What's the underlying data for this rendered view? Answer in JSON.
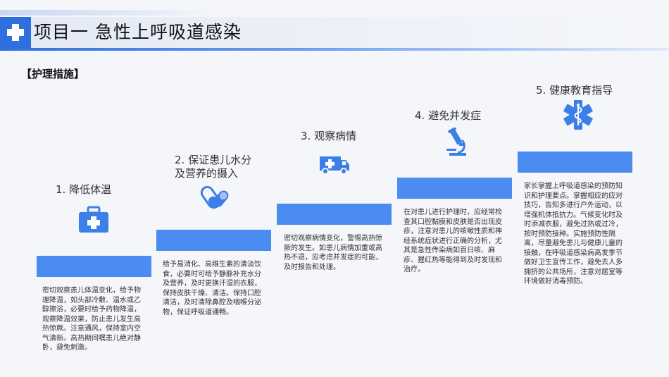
{
  "header": {
    "title": "项目一   急性上呼吸道感染"
  },
  "section": {
    "label": "【护理措施】"
  },
  "steps": [
    {
      "title": "1. 降低体温",
      "icon": "first-aid-kit-icon",
      "description": "密切观察患儿体温变化，给予物理降温，如头部冷敷、温水或乙醇擦浴，必要时给予药物降温，观察降温效果，防止患儿发生高热惊厥。注意通风，保持室内空气清新。高热期间嘱患儿绝对静卧，避免剌激。"
    },
    {
      "title_line1": "2. 保证患儿水分",
      "title_line2": "及营养的摄入",
      "icon": "capsule-pill-icon",
      "description": "给予易消化、高维生素的清淡饮食，必要时可给予静脉补充水分及营养，及时更换汗湿的衣服，保持皮肤干燥、清洁。保持口腔清洁，及时清除鼻腔及咽喉分泌物，保证呼吸道通畅。"
    },
    {
      "title": "3. 观察病情",
      "icon": "ambulance-icon",
      "description": "密切观察病情变化，警惕高热惊厥的发生。如患儿病情加重或高热不退，应考虑并发症的可能，及时报告和处理。"
    },
    {
      "title": "4. 避免并发症",
      "icon": "microscope-icon",
      "description": "在对患儿进行护理时，应经常检查其口腔黏膜和皮肤是否出现皮疹，注意对患儿的咳嗽性质和神经系统症状进行正确的分析，尤其是急性传染病如百日咳、麻疹、猩红热等能得到及时发现和治疗。"
    },
    {
      "title": "5. 健康教育指导",
      "icon": "star-of-life-icon",
      "description": "家长掌握上呼吸道感染的预防知识和护理要点。掌握相应的应对技巧，告知多进行户外运动，以增强机体抵抗力。气候变化时及时添减衣服，避免过热或过冷，按时预防接种。实施预防性隔离，尽量避免患儿与健康儿童的接触，在呼吸道感染病高发季节做好卫生宣传工作，避免去人多拥挤的公共场所，注意对居室等环境做好消毒预防。"
    }
  ],
  "colors": {
    "accent": "#2f6fe0",
    "bar": "#4a8cf0"
  }
}
